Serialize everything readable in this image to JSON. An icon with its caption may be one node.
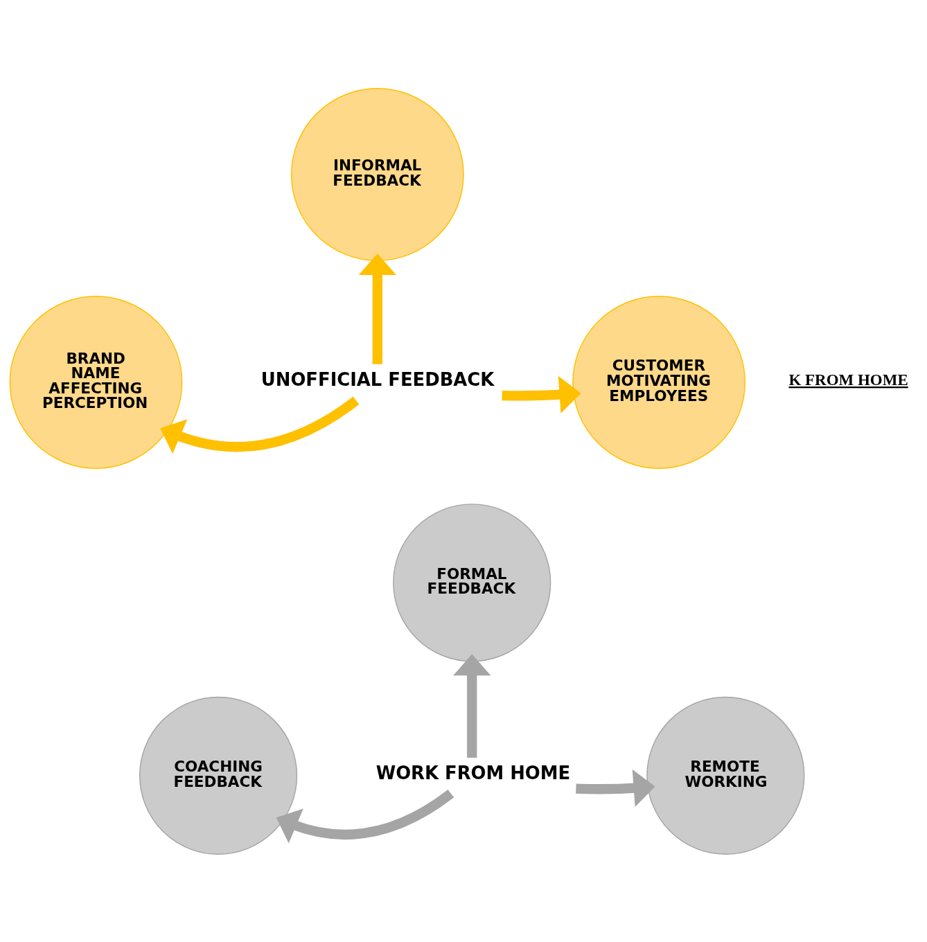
{
  "diagram": {
    "nodes": [
      {
        "text": [
          "INFORMAL FEEDBACK"
        ]
      },
      {
        "text": [
          "BRAND NAME AFFECTING PERCEPTION"
        ]
      },
      {
        "text": [
          "UNOFFICIAL FEEDBACK"
        ]
      },
      {
        "text": [
          "CUSTOMER MOTIVATING EMPLOYEES"
        ]
      },
      {
        "text": [
          "FORMAL FEEDBACK"
        ]
      },
      {
        "text": [
          "COACHING FEEDBACK"
        ]
      },
      {
        "text": [
          "WORK FROM HOME"
        ]
      },
      {
        "text": [
          "REMOTE WORKING"
        ]
      }
    ],
    "edges": [
      {
        "from": 2,
        "to": 0,
        "arrow": "to",
        "color": "#ffc000"
      },
      {
        "from": 2,
        "to": 1,
        "arrow": "to",
        "color": "#ffc000"
      },
      {
        "from": 2,
        "to": 3,
        "arrow": "to",
        "color": "#ffc000"
      },
      {
        "from": 6,
        "to": 4,
        "arrow": "to",
        "color": "#a5a5a5"
      },
      {
        "from": 6,
        "to": 5,
        "arrow": "to",
        "color": "#a5a5a5"
      },
      {
        "from": 6,
        "to": 7,
        "arrow": "to",
        "color": "#a5a5a5"
      }
    ],
    "labels": [
      "K FROM HOME"
    ]
  }
}
